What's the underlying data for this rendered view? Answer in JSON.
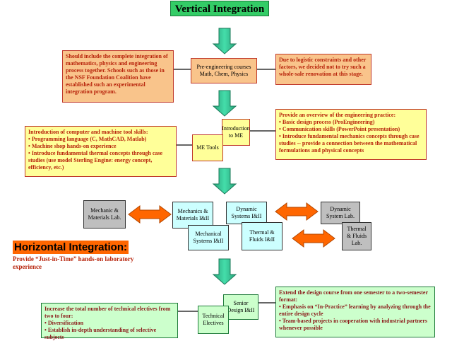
{
  "title": "Vertical Integration",
  "note_left_top": "Should include the complete integration of mathematics, physics and engineering process together. Schools such as those in the NSF Foundation Coalition have established such an experimental integration program.",
  "pre_eng": "Pre-engineering courses Math, Chem, Physics",
  "note_right_top": "Due to logistic constraints and other factors, we decided not to try such a whole-sale renovation at this stage.",
  "intro_me": "Introduction to ME",
  "me_tools": "ME Tools",
  "left_mid": {
    "heading": "Introduction of computer and machine tool skills:",
    "items": [
      "Programming language (C, MathCAD, Matlab)",
      "Machine shop hands-on experience",
      "Introduce fundamental thermal concepts through case studies (use model Sterling Engine: energy concept, efficiency, etc.)"
    ]
  },
  "right_mid": {
    "heading": "Provide an overview of the engineering practice:",
    "items": [
      "Basic design process (ProEngineering)",
      "Communication skills (PowerPoint presentation)",
      "Introduce fundamental mechanics concepts through case studies -- provide a connection between the mathematical formulations and physical concepts"
    ]
  },
  "mech_lab": "Mechanic & Materials Lab.",
  "mech_mat": "Mechanics & Materials I&II",
  "dyn_sys": "Dynamic Systems I&II",
  "mech_sys": "Mechanical Systems I&II",
  "thermal": "Thermal & Fluids I&II",
  "dyn_lab": "Dynamic System Lab.",
  "thermal_lab": "Thermal & Fluids Lab.",
  "horizontal": {
    "title": "Horizontal Integration:",
    "subtitle": "Provide “Just-in-Time” hands-on laboratory experience"
  },
  "bottom_left": {
    "heading": "Increase the total number of technical electives from two to four:",
    "items": [
      "Diversification",
      "Establish in-depth understanding of selective subjects"
    ]
  },
  "senior_design": "Senior Design I&II",
  "tech_electives": "Technical Electives",
  "bottom_right": {
    "heading": "Extend the design course from one semester to a two-semester format:",
    "items": [
      "Emphasis on “In-Practice” learning by analyzing through the entire design cycle",
      "Team-based projects in cooperation with industrial partners whenever possible"
    ]
  },
  "colors": {
    "arrow_green": "#33cc99",
    "arrow_orange": "#ff6600",
    "title_bg": "#33cc66"
  }
}
